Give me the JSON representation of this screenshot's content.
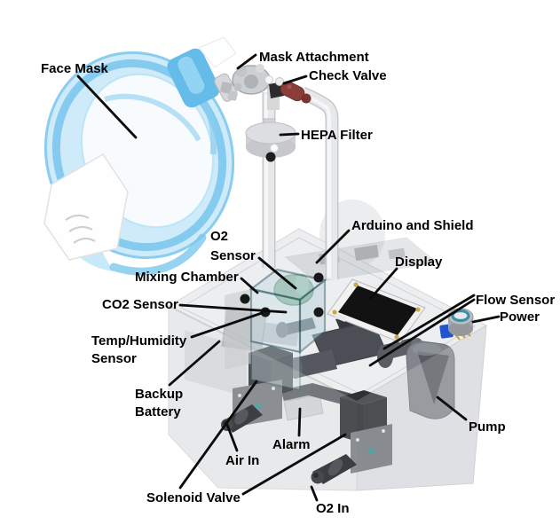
{
  "figure": {
    "type": "labeled-3d-assembly-diagram",
    "subject": "Ventilator / breathing-apparatus prototype with labeled components",
    "background": "#ffffff",
    "labels": {
      "face_mask": "Face Mask",
      "mask_attachment": "Mask Attachment",
      "check_valve": "Check Valve",
      "hepa_filter": "HEPA Filter",
      "arduino_and_shield": "Arduino and Shield",
      "o2_sensor_line1": "O2",
      "o2_sensor_line2": "Sensor",
      "display": "Display",
      "mixing_chamber": "Mixing Chamber",
      "co2_sensor": "CO2 Sensor",
      "flow_sensor": "Flow Sensor",
      "power": "Power",
      "temp_humidity_line1": "Temp/Humidity",
      "temp_humidity_line2": "Sensor",
      "backup_battery_line1": "Backup",
      "backup_battery_line2": "Battery",
      "pump": "Pump",
      "alarm": "Alarm",
      "air_in": "Air In",
      "solenoid_valve": "Solenoid Valve",
      "o2_in": "O2 In"
    },
    "colors": {
      "label_text": "#000000",
      "leader_line": "#0b0b0b",
      "mask_blue": "#7cc8ee",
      "check_valve_red": "#8b3d3a",
      "o2_sensor_green": "#7fae8f",
      "chamber_edge_teal": "#3a606b",
      "power_ring_teal": "#3f8fa8",
      "power_terminal_blue": "#2255cc",
      "display_screen": "#111111",
      "enclosure_grey": "#eceef0",
      "component_dark_grey": "#4b4f55"
    }
  }
}
